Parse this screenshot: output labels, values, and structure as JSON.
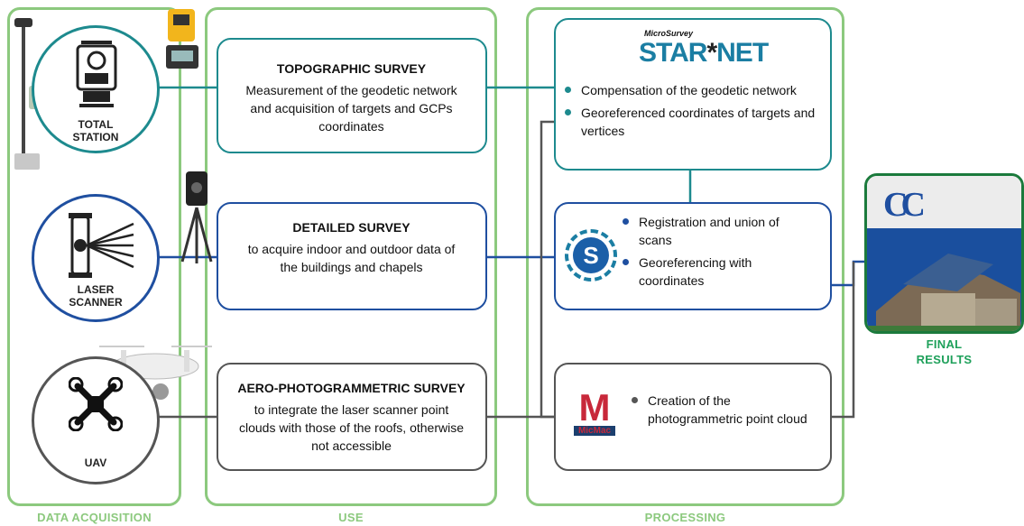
{
  "colors": {
    "topo": "#1d8a8e",
    "laser": "#1f4fa0",
    "uav": "#555555",
    "group": "#8cc97e",
    "final_frame": "#1b7a3c"
  },
  "groups": {
    "data_acquisition": "DATA ACQUISITION",
    "use": "USE",
    "processing": "PROCESSING",
    "final_results": "FINAL\nRESULTS"
  },
  "instruments": {
    "total_station": "TOTAL\nSTATION",
    "laser_scanner": "LASER\nSCANNER",
    "uav": "UAV"
  },
  "surveys": {
    "topographic": {
      "title": "TOPOGRAPHIC SURVEY",
      "text": "Measurement of the geodetic network and acquisition of targets and GCPs coordinates"
    },
    "detailed": {
      "title": "DETAILED SURVEY",
      "text": "to acquire indoor and outdoor data of the buildings and chapels"
    },
    "aero": {
      "title": "AERO-PHOTOGRAMMETRIC SURVEY",
      "text": "to integrate the laser scanner point clouds with those of the roofs, otherwise not accessible"
    }
  },
  "processing": {
    "starnet": {
      "logo_small": "MicroSurvey",
      "logo_big_left": "STAR",
      "logo_star": "*",
      "logo_big_right": "NET",
      "bullets": [
        "Compensation of the geodetic network",
        "Georeferenced coordinates of targets and vertices"
      ]
    },
    "scan": {
      "logo_letter": "S",
      "bullets": [
        "Registration and union of scans",
        "Georeferencing with coordinates"
      ]
    },
    "micmac": {
      "logo_letter": "M",
      "logo_caption": "MicMac",
      "bullets": [
        "Creation of the photogrammetric point cloud"
      ]
    }
  },
  "final": {
    "logo_text": "CC"
  }
}
